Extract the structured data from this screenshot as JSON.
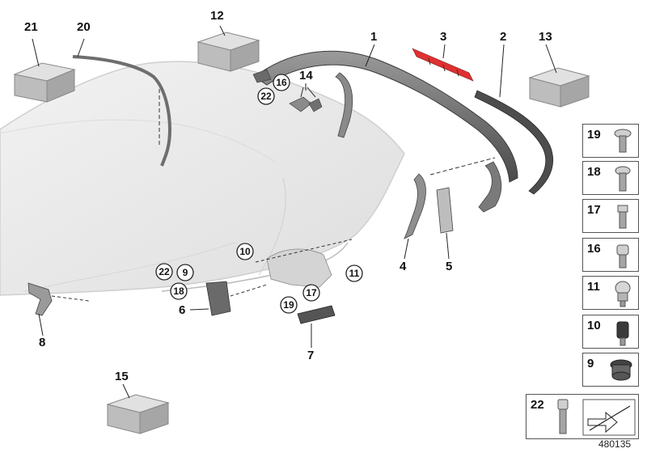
{
  "labels": {
    "p1": "1",
    "p2": "2",
    "p3": "3",
    "p4": "4",
    "p5": "5",
    "p6": "6",
    "p7": "7",
    "p8": "8",
    "p12": "12",
    "p13": "13",
    "p14": "14",
    "p15": "15",
    "p20": "20",
    "p21": "21"
  },
  "callouts": {
    "c16": "16",
    "c22a": "22",
    "c10": "10",
    "c11": "11",
    "c22b": "22",
    "c9": "9",
    "c18": "18",
    "c17": "17",
    "c19": "19"
  },
  "hardware_panels": [
    "19",
    "18",
    "17",
    "16",
    "11",
    "10",
    "9"
  ],
  "bottom_panel_label": "22",
  "diagram_id": "480135",
  "colors": {
    "accent_red": "#e03030",
    "roof": "#e8e8e8",
    "box": "#b9b9b9",
    "dark_part": "#5a5a5a"
  }
}
